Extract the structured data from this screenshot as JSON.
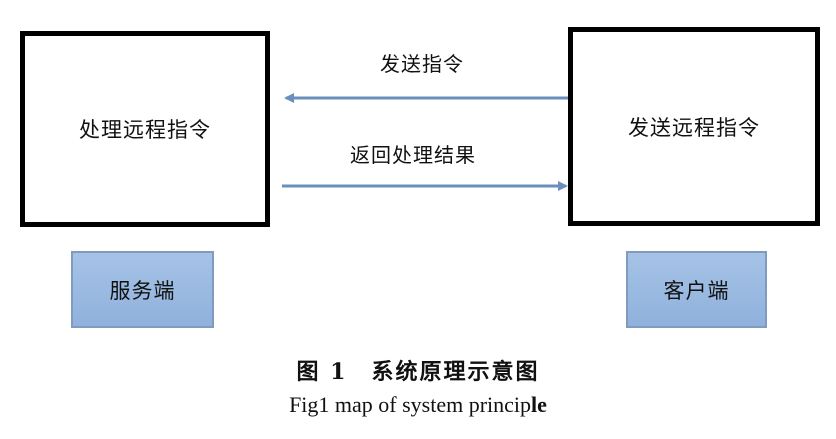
{
  "diagram": {
    "server_box_text": "处理远程指令",
    "client_box_text": "发送远程指令",
    "server_label": "服务端",
    "client_label": "客户端",
    "send_arrow_text": "发送指令",
    "return_arrow_text": "返回处理结果",
    "arrow_color": "#6a8fbc",
    "label_fill_color": "#9dbbe3"
  },
  "caption": {
    "cn_number": "图 1",
    "cn_title": "系统原理示意图",
    "en_main": "Fig1 map of system princip",
    "en_bold_tail": "le"
  }
}
